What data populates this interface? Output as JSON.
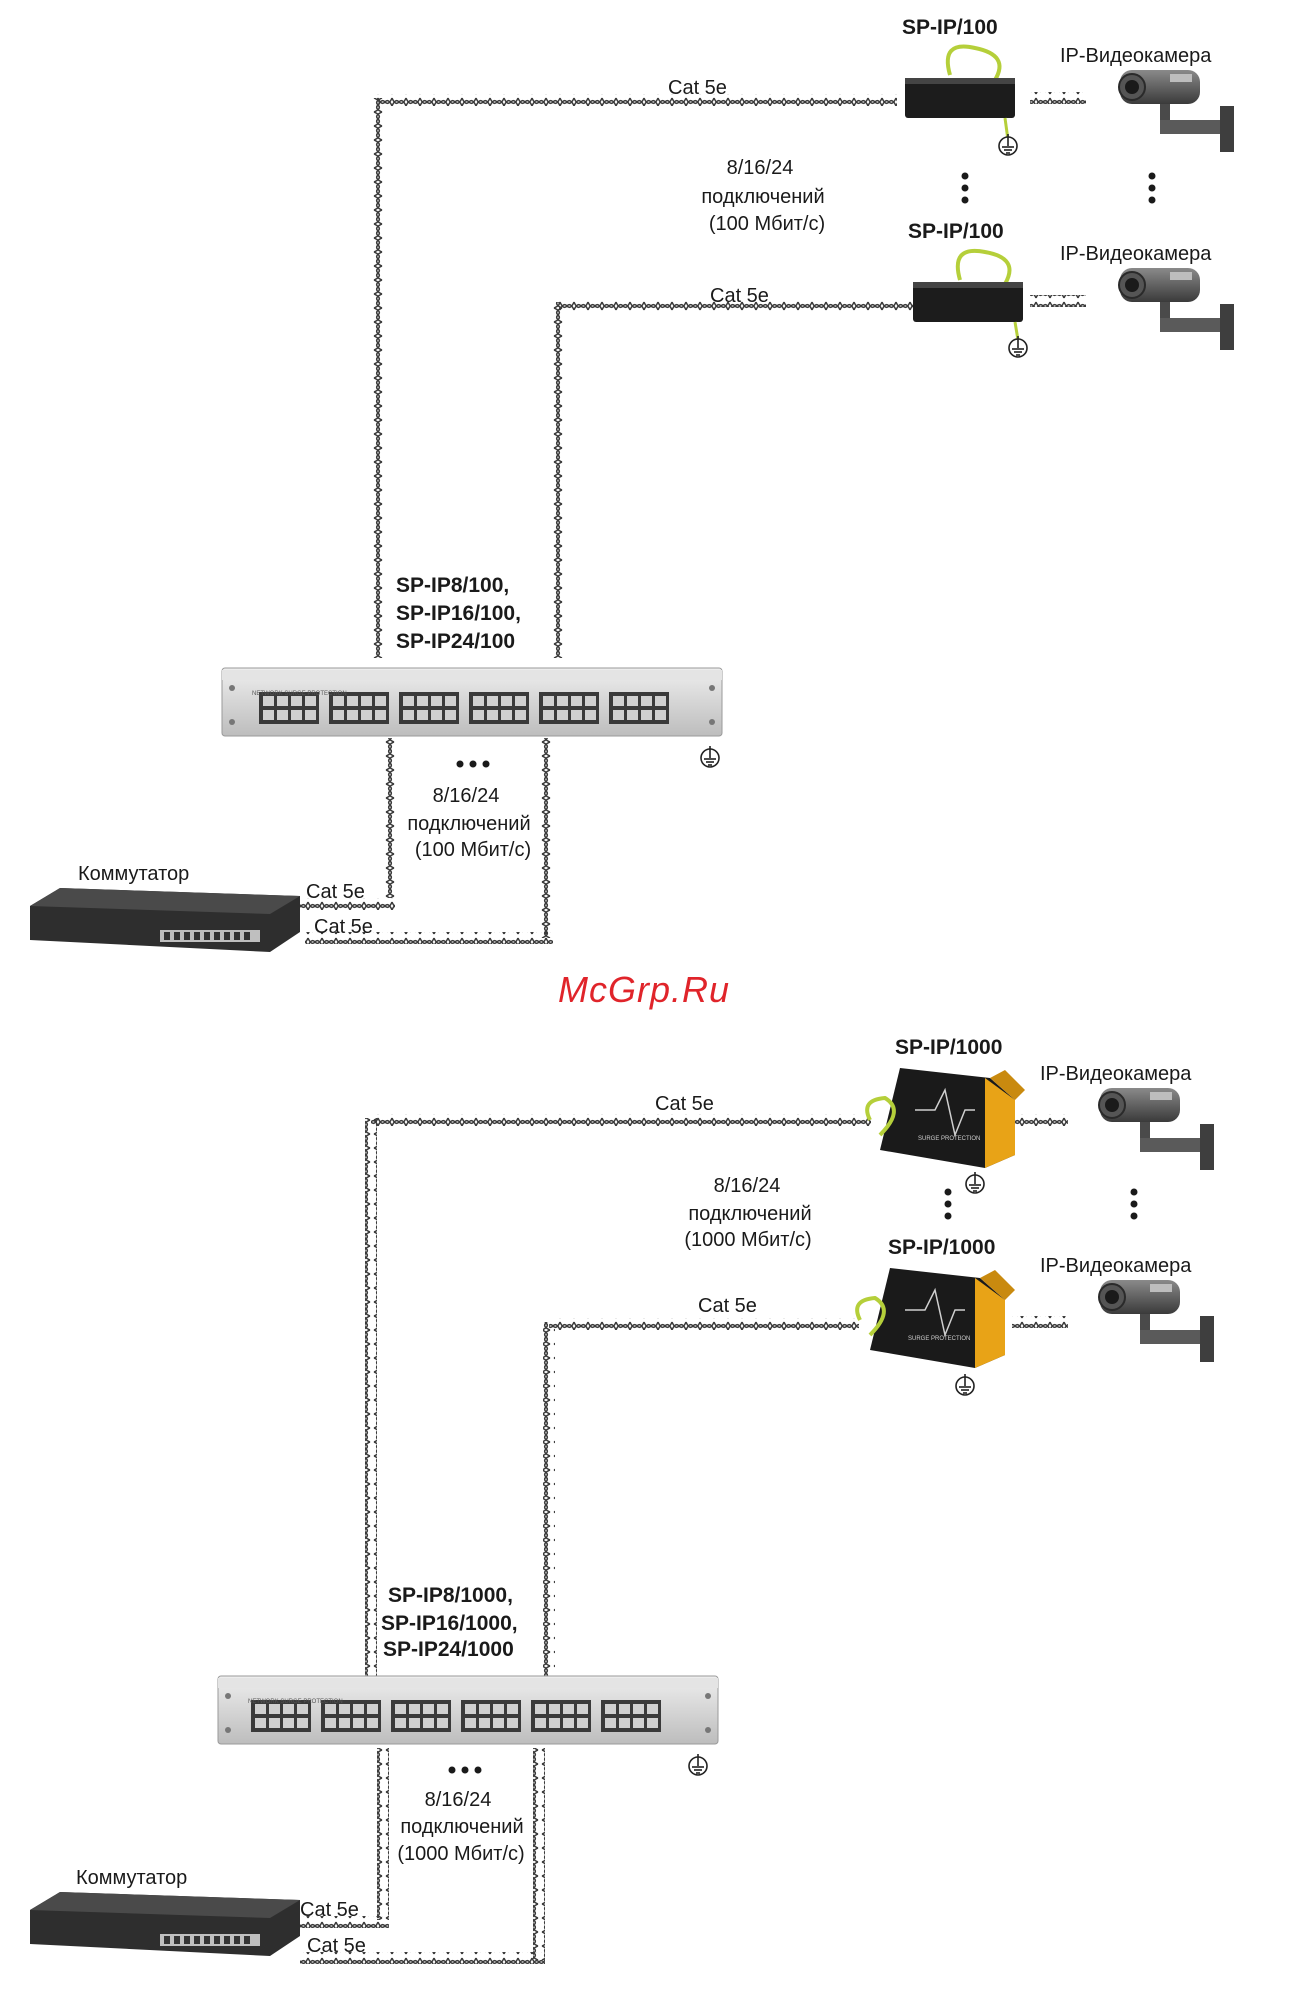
{
  "watermark": "McGrp.Ru",
  "top": {
    "protector_top_label": "SP-IP/100",
    "protector_bottom_label": "SP-IP/100",
    "camera_top_label": "IP-Видеокамера",
    "camera_bottom_label": "IP-Видеокамера",
    "cable_top": "Cat 5e",
    "cable_mid": "Cat 5e",
    "connections_right": [
      "8/16/24",
      "подключений",
      "(100 Мбит/с)"
    ],
    "panel_models": [
      "SP-IP8/100,",
      "SP-IP16/100,",
      "SP-IP24/100"
    ],
    "connections_left": [
      "8/16/24",
      "подключений",
      "(100 Мбит/с)"
    ],
    "switch_label": "Коммутатор",
    "cable_switch_1": "Cat 5e",
    "cable_switch_2": "Cat 5e",
    "panel_header": "NETWORK SURGE PROTECTION"
  },
  "bottom": {
    "protector_top_label": "SP-IP/1000",
    "protector_bottom_label": "SP-IP/1000",
    "camera_top_label": "IP-Видеокамера",
    "camera_bottom_label": "IP-Видеокамера",
    "cable_top": "Cat 5e",
    "cable_mid": "Cat 5e",
    "connections_right": [
      "8/16/24",
      "подключений",
      "(1000 Мбит/с)"
    ],
    "panel_models": [
      "SP-IP8/1000,",
      "SP-IP16/1000,",
      "SP-IP24/1000"
    ],
    "connections_left": [
      "8/16/24",
      "подключений",
      "(1000 Мбит/с)"
    ],
    "switch_label": "Коммутатор",
    "cable_switch_1": "Cat 5e",
    "cable_switch_2": "Cat 5e",
    "panel_header": "NETWORK SURGE PROTECTION",
    "device_text": "SURGE PROTECTION"
  },
  "colors": {
    "protector_100": "#1c1c1c",
    "protector_1000_body": "#e8a317",
    "ground_wire": "#b5cf3a",
    "panel": "#d6d6d6",
    "watermark": "#e0242a"
  }
}
